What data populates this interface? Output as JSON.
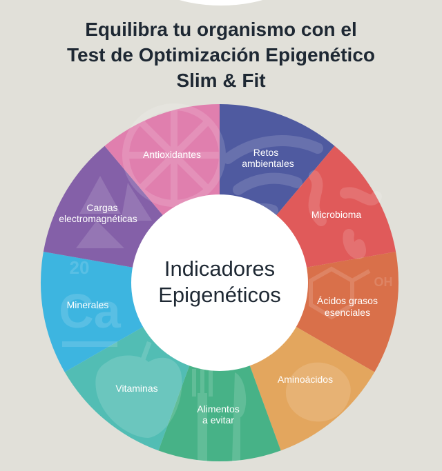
{
  "header": {
    "title_lines": [
      "Equilibra tu organismo con el",
      "Test de Optimización Epigenético",
      "Slim & Fit"
    ]
  },
  "wheel": {
    "center_label_lines": [
      "Indicadores",
      "Epigenéticos"
    ],
    "segments": [
      {
        "id": "retos-ambientales",
        "lines": [
          "Retos",
          "ambientales"
        ],
        "color": "#4f5aa0",
        "icon": "wifi-icon"
      },
      {
        "id": "microbioma",
        "lines": [
          "Microbioma"
        ],
        "color": "#e05a5a",
        "icon": "bacteria-icon"
      },
      {
        "id": "acidos-grasos",
        "lines": [
          "Ácidos grasos",
          "esenciales"
        ],
        "color": "#d9704a",
        "icon": "molecule-icon",
        "icon_text": "OH"
      },
      {
        "id": "aminoacidos",
        "lines": [
          "Aminoácidos"
        ],
        "color": "#e3a65e",
        "icon": "egg-icon"
      },
      {
        "id": "alimentos-evitar",
        "lines": [
          "Alimentos",
          "a evitar"
        ],
        "color": "#47b287",
        "icon": "fork-knife-icon"
      },
      {
        "id": "vitaminas",
        "lines": [
          "Vitaminas"
        ],
        "color": "#52bdb4",
        "icon": "apple-icon"
      },
      {
        "id": "minerales",
        "lines": [
          "Minerales"
        ],
        "color": "#3db5e0",
        "icon": "calcium-element-icon",
        "icon_text": [
          "20",
          "Ca"
        ]
      },
      {
        "id": "cargas-electromagneticas",
        "lines": [
          "Cargas",
          "electromagnéticas"
        ],
        "color": "#8460a8",
        "icon": "radiation-icon"
      },
      {
        "id": "antioxidantes",
        "lines": [
          "Antioxidantes"
        ],
        "color": "#e07fae",
        "icon": "citrus-slice-icon"
      }
    ]
  }
}
